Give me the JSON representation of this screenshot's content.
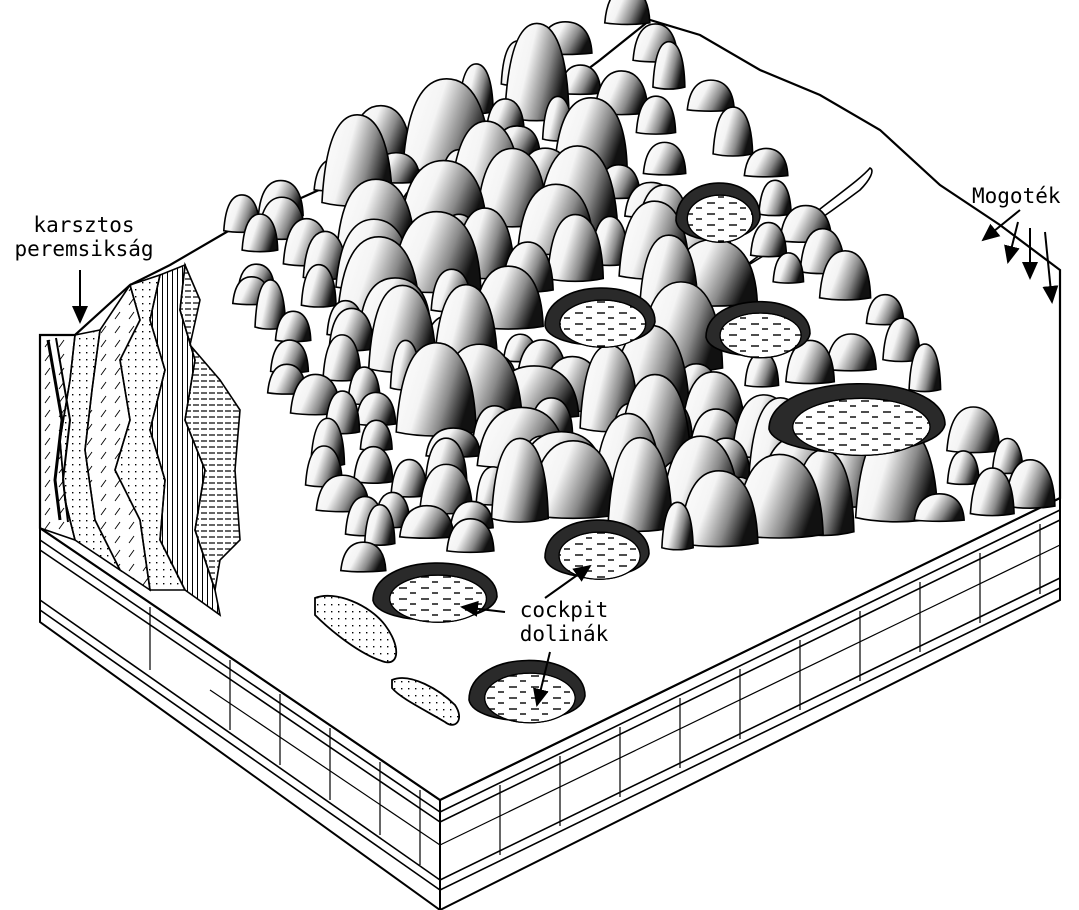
{
  "diagram": {
    "labels": {
      "plain_line1": "karsztos",
      "plain_line2": "peremsikság",
      "mogotes": "Mogoték",
      "cockpit_line1": "cockpit",
      "cockpit_line2": "dolinák"
    },
    "colors": {
      "ink": "#000000",
      "paper": "#ffffff",
      "rim": "#2a2a2a"
    }
  }
}
